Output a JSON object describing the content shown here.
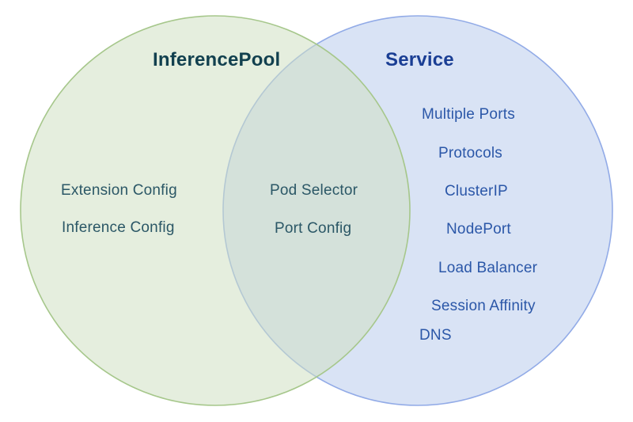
{
  "colors": {
    "green_fill": "rgba(207,224,195,0.55)",
    "green_border": "#a6c78b",
    "blue_fill": "#d9e3f5",
    "blue_border": "#92abe7",
    "teal_title": "#12404f",
    "teal_text": "#2b5766",
    "blue_title": "#1a3e94",
    "blue_text": "#2b57a8"
  },
  "venn": {
    "left": {
      "title": "InferencePool",
      "items": [
        "Extension Config",
        "Inference Config"
      ]
    },
    "overlap": {
      "items": [
        "Pod Selector",
        "Port Config"
      ]
    },
    "right": {
      "title": "Service",
      "items": [
        "Multiple Ports",
        "Protocols",
        "ClusterIP",
        "NodePort",
        "Load Balancer",
        "Session Affinity",
        "DNS"
      ]
    }
  }
}
